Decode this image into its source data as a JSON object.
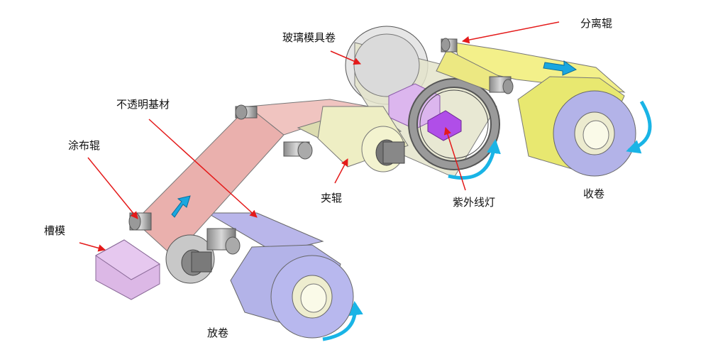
{
  "labels": {
    "separation_roller": "分离辊",
    "glass_mold_roll": "玻璃模具卷",
    "opaque_substrate": "不透明基材",
    "coating_roller": "涂布辊",
    "slot_die": "槽模",
    "nip_roller": "夹辊",
    "uv_lamp": "紫外线灯",
    "rewind": "收卷",
    "unwind": "放卷"
  },
  "colors": {
    "callout_arrow": "#e41a1a",
    "rotation_arrow": "#19b4e6",
    "flow_arrow": "#1aa7e0",
    "substrate_film": "#eab0ad",
    "coated_film": "#f3f08a",
    "unwind_roll": "#b3b3e8",
    "rewind_roll": "#e8e870",
    "slot_die": "#dcb8e6",
    "uv_lamp": "#b04ee8",
    "glass_roll": "#e2e2c8",
    "nip_roller": "#eeeec4"
  },
  "icons": [
    "rotation-arrow-icon",
    "flow-direction-arrow-icon",
    "callout-arrow-icon"
  ]
}
